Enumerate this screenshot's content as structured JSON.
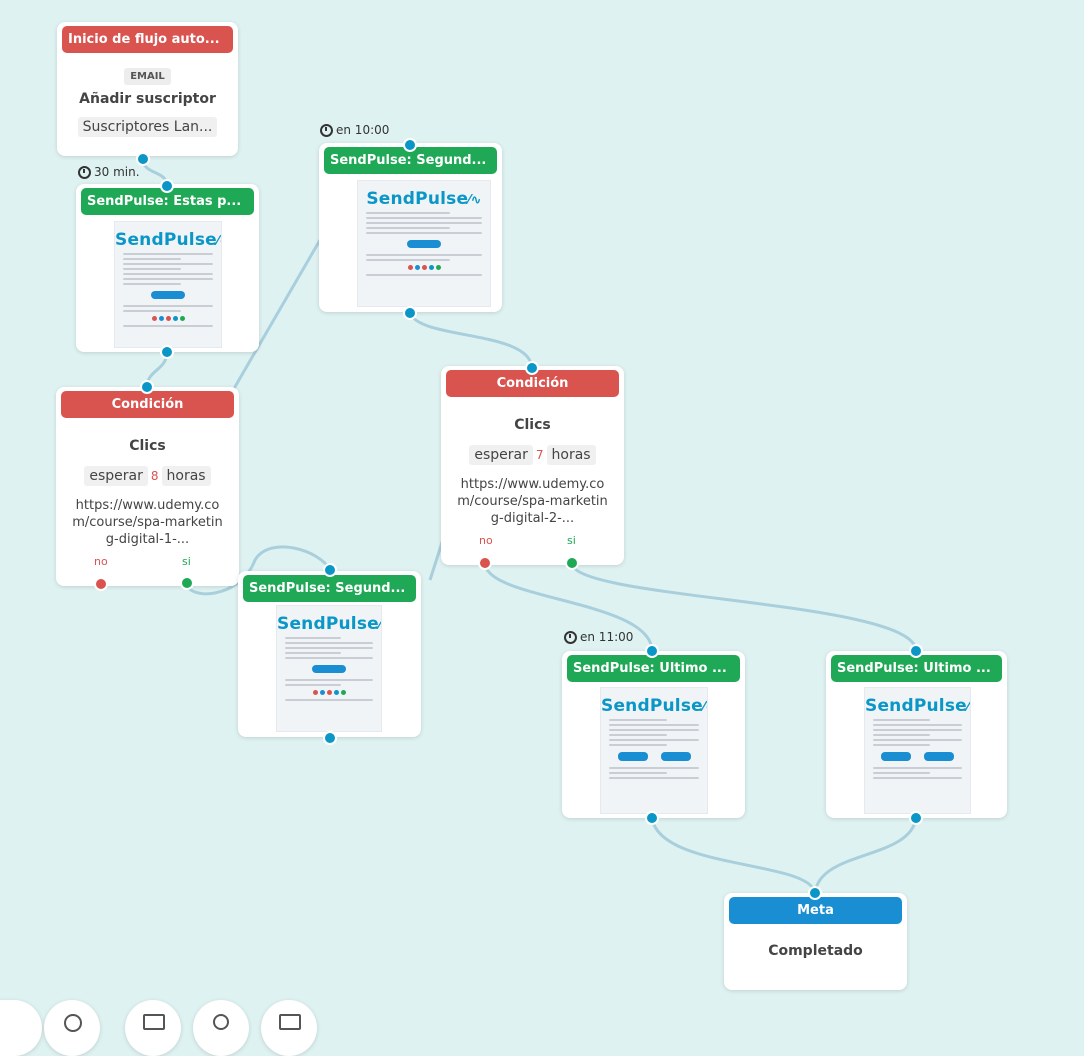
{
  "start_node": {
    "header": "Inicio de flujo auto...",
    "badge": "EMAIL",
    "title": "Añadir suscriptor",
    "list": "Suscriptores Lan..."
  },
  "delays": {
    "d1": "30 min.",
    "d2": "en 10:00",
    "d3": "en 11:00"
  },
  "email_nodes": {
    "e1": "SendPulse: Estas p...",
    "e2": "SendPulse: Segund...",
    "e3": "SendPulse: Segund...",
    "e4": "SendPulse: Ultimo ...",
    "e5": "SendPulse: Ultimo ..."
  },
  "preview_brand": "SendPulse",
  "cond1": {
    "header": "Condición",
    "title": "Clics",
    "wait": "esperar",
    "num": "8",
    "unit": "horas",
    "url": "https://www.udemy.com/course/spa-marketing-digital-1-...",
    "no": "no",
    "si": "si"
  },
  "cond2": {
    "header": "Condición",
    "title": "Clics",
    "wait": "esperar",
    "num": "7",
    "unit": "horas",
    "url": "https://www.udemy.com/course/spa-marketing-digital-2-...",
    "no": "no",
    "si": "si"
  },
  "goal": {
    "header": "Meta",
    "status": "Completado"
  },
  "colors": {
    "canvas": "#dff2f2",
    "condition": "#d9534f",
    "email": "#1fa855",
    "goal": "#1a8ed2",
    "connector": "#0a96c6",
    "wire": "#a9cfdd"
  }
}
